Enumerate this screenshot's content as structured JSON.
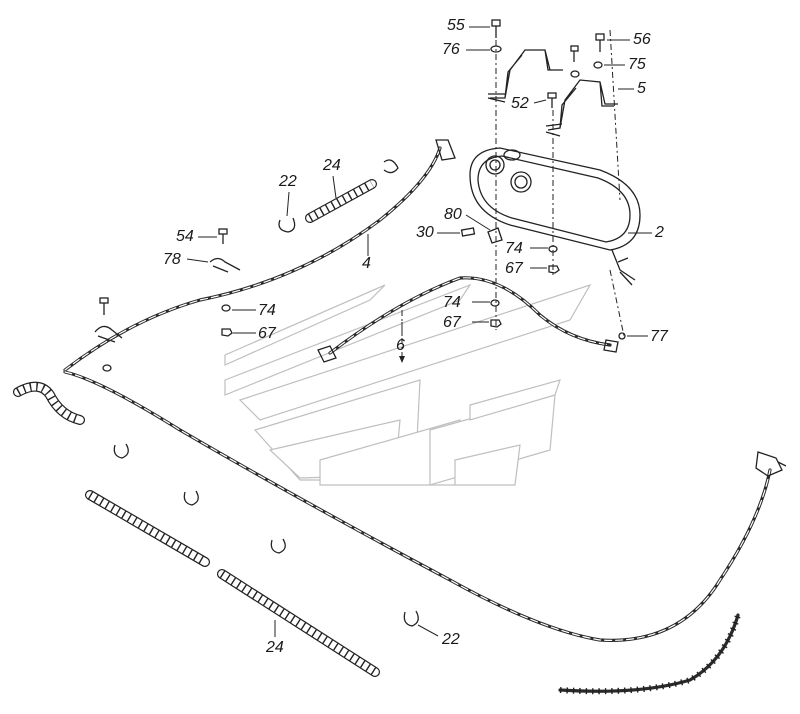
{
  "labels": {
    "l55": "55",
    "l76": "76",
    "l56": "56",
    "l75": "75",
    "l5": "5",
    "l52": "52",
    "l22a": "22",
    "l24a": "24",
    "l80": "80",
    "l30": "30",
    "l2": "2",
    "l54": "54",
    "l78": "78",
    "l4": "4",
    "l74a": "74",
    "l67a": "67",
    "l74b": "74",
    "l67b": "67",
    "l74c": "74",
    "l67c": "67",
    "l77": "77",
    "l6": "6",
    "l24b": "24",
    "l22b": "22"
  }
}
